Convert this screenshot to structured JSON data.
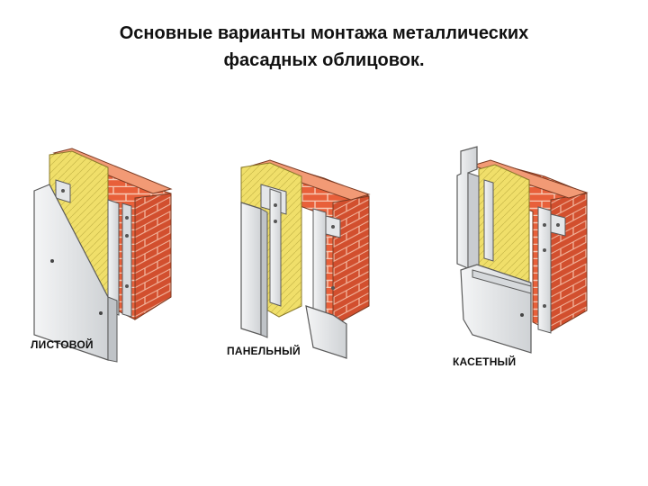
{
  "title": {
    "line1": "Основные варианты монтажа металлических",
    "line2": "фасадных облицовок."
  },
  "variants": [
    {
      "label": "ЛИСТОВОЙ"
    },
    {
      "label": "ПАНЕЛЬНЫЙ"
    },
    {
      "label": "КАСЕТНЫЙ"
    }
  ],
  "colors": {
    "brick": "#e8603a",
    "mortar": "#f7c9b4",
    "insulation": "#f0df6a",
    "metal_light": "#eef0f2",
    "metal_shade": "#c9ccd0",
    "outline": "#5a5a5a"
  }
}
